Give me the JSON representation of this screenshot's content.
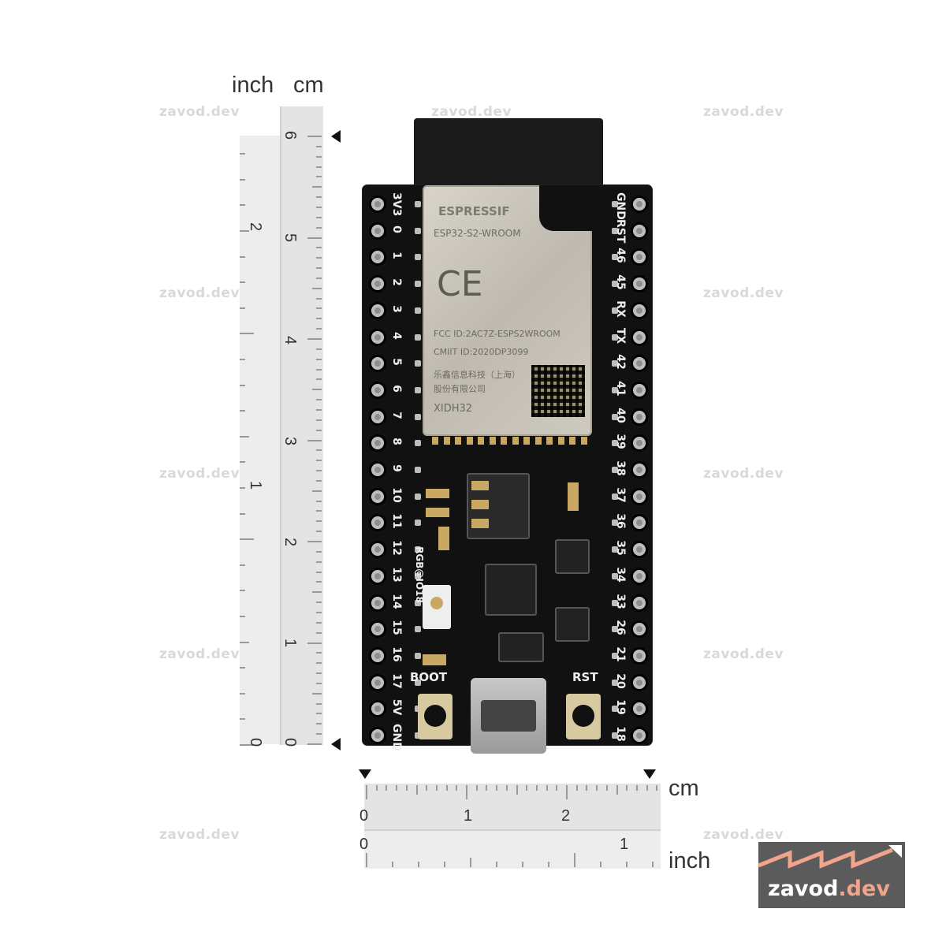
{
  "watermark": {
    "text": "zavod.dev"
  },
  "vertical_ruler": {
    "inch_label": "inch",
    "cm_label": "cm",
    "inch_numbers": [
      "2",
      "1",
      "0"
    ],
    "cm_numbers": [
      "6",
      "5",
      "4",
      "3",
      "2",
      "1",
      "0"
    ]
  },
  "horizontal_ruler": {
    "cm_label": "cm",
    "inch_label": "inch",
    "cm_numbers": [
      "0",
      "1",
      "2"
    ],
    "inch_numbers": [
      "0",
      "1"
    ]
  },
  "board": {
    "module_brand": "ESPRESSIF",
    "module_model": "ESP32-S2-WROOM",
    "module_ce": "CE",
    "module_fcc": "FCC ID:2AC7Z-ESPS2WROOM",
    "module_cmiit": "CMIIT ID:2020DP3099",
    "module_cn_line1": "乐鑫信息科技（上海）",
    "module_cn_line2": "股份有限公司",
    "module_code": "XIDH32",
    "left_pins": [
      "3V3",
      "0",
      "1",
      "2",
      "3",
      "4",
      "5",
      "6",
      "7",
      "8",
      "9",
      "10",
      "11",
      "12",
      "13",
      "14",
      "15",
      "16",
      "17",
      "5V",
      "GND"
    ],
    "right_pins": [
      "GND",
      "RST",
      "46",
      "45",
      "RX",
      "TX",
      "42",
      "41",
      "40",
      "39",
      "38",
      "37",
      "36",
      "35",
      "34",
      "33",
      "26",
      "21",
      "20",
      "19",
      "18"
    ],
    "led_label": "RGB@IO18",
    "boot_label": "BOOT",
    "rst_label": "RST"
  },
  "logo": {
    "name": "zavod",
    "suffix": ".dev"
  },
  "colors": {
    "pcb": "#111111",
    "module": "#cbc6bb",
    "logo_bg": "#5b5b5b",
    "logo_accent": "#f0a58a"
  }
}
